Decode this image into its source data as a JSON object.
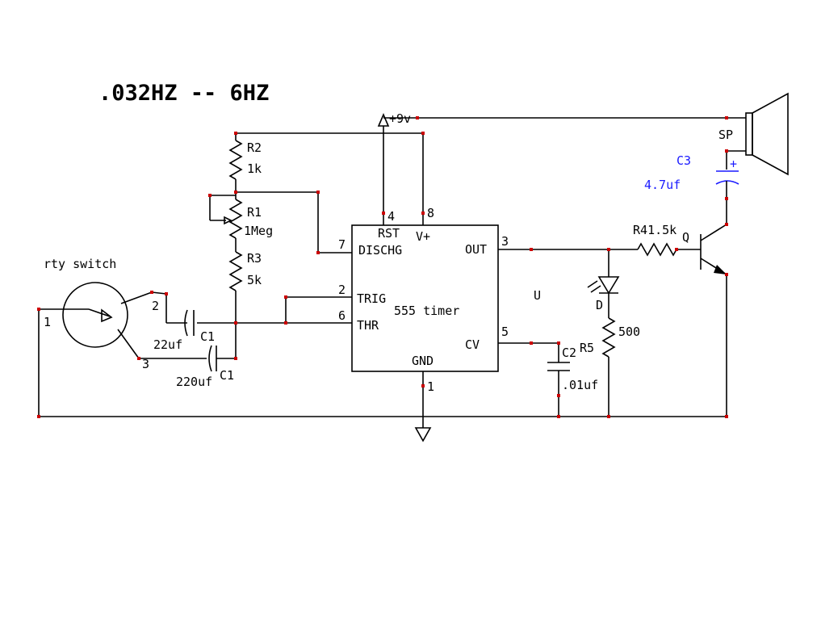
{
  "title": ".032HZ -- 6HZ",
  "supply_label": "+9v",
  "ic": {
    "name": "555 timer",
    "ref": "U",
    "pins": {
      "rst": "RST",
      "vplus": "V+",
      "dischg": "DISCHG",
      "trig": "TRIG",
      "thr": "THR",
      "out": "OUT",
      "cv": "CV",
      "gnd": "GND"
    },
    "pin_numbers": {
      "p4": "4",
      "p8": "8",
      "p7": "7",
      "p2": "2",
      "p6": "6",
      "p3": "3",
      "p5": "5",
      "p1": "1"
    }
  },
  "components": {
    "r2": {
      "ref": "R2",
      "value": "1k"
    },
    "r1": {
      "ref": "R1",
      "value": "1Meg"
    },
    "r3": {
      "ref": "R3",
      "value": "5k"
    },
    "c1a": {
      "ref": "C1",
      "value": "22uf"
    },
    "c1b": {
      "ref": "C1",
      "value": "220uf"
    },
    "c2": {
      "ref": "C2",
      "value": ".01uf"
    },
    "c3": {
      "ref": "C3",
      "value": "4.7uf"
    },
    "r4": {
      "ref": "R4",
      "value": "1.5k"
    },
    "r5": {
      "ref": "R5",
      "value": "500"
    },
    "d": {
      "ref": "D"
    },
    "q": {
      "ref": "Q"
    },
    "sp": {
      "ref": "SP"
    }
  },
  "switch": {
    "label": "rty switch",
    "pin1": "1",
    "pin2": "2",
    "pin3": "3"
  },
  "colors": {
    "wire": "#000000",
    "node": "#cc0000",
    "accent": "#1a1aff"
  }
}
